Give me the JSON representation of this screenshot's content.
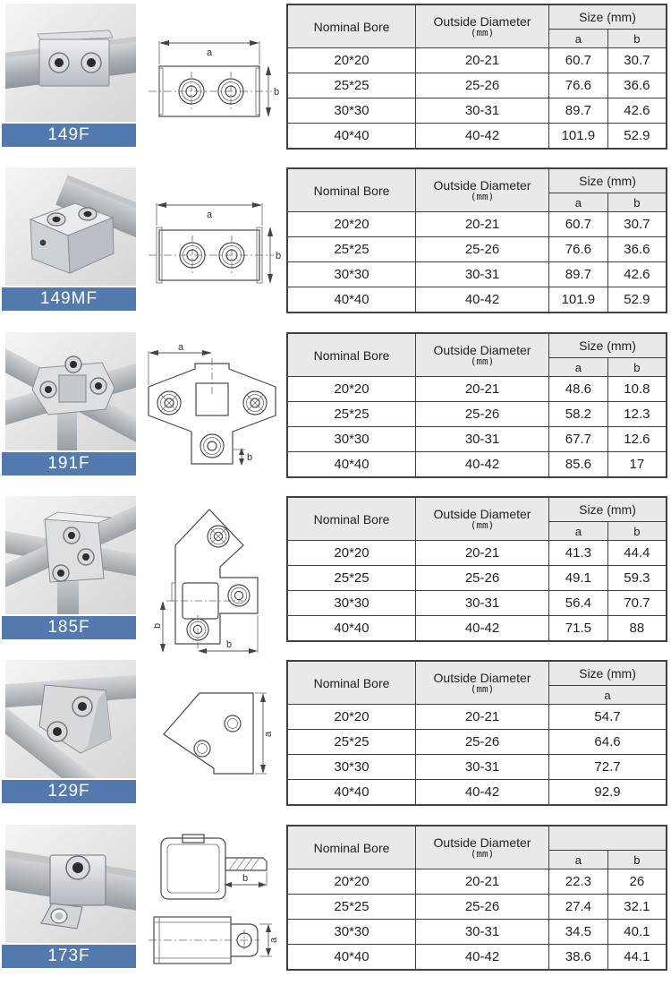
{
  "colors": {
    "label_bar_blue": "#527aae",
    "label_text": "#ffffff",
    "table_header_bg": "#e9e9e9",
    "table_border": "#404040",
    "photo_background": "#e8e8e8"
  },
  "shared_headers": {
    "nominal_bore": "Nominal Bore",
    "outside_diameter": "Outside Diameter",
    "od_unit": "(mm)",
    "size": "Size (mm)",
    "a": "a",
    "b": "b"
  },
  "products": [
    {
      "code": "149F",
      "photo_desc": "sleeve-clamp-on-square-tube",
      "size_label": "Size (mm)",
      "drawing_dims": {
        "top": "a",
        "right": "b"
      },
      "rows": [
        {
          "bore": "20*20",
          "od": "20-21",
          "a": "60.7",
          "b": "30.7"
        },
        {
          "bore": "25*25",
          "od": "25-26",
          "a": "76.6",
          "b": "36.6"
        },
        {
          "bore": "30*30",
          "od": "30-31",
          "a": "89.7",
          "b": "42.6"
        },
        {
          "bore": "40*40",
          "od": "40-42",
          "a": "101.9",
          "b": "52.9"
        }
      ]
    },
    {
      "code": "149MF",
      "photo_desc": "end-cap-sleeve-on-square-tube",
      "size_label": "Size (mm)",
      "drawing_dims": {
        "top": "a",
        "right": "b"
      },
      "rows": [
        {
          "bore": "20*20",
          "od": "20-21",
          "a": "60.7",
          "b": "30.7"
        },
        {
          "bore": "25*25",
          "od": "25-26",
          "a": "76.6",
          "b": "36.6"
        },
        {
          "bore": "30*30",
          "od": "30-31",
          "a": "89.7",
          "b": "42.6"
        },
        {
          "bore": "40*40",
          "od": "40-42",
          "a": "101.9",
          "b": "52.9"
        }
      ]
    },
    {
      "code": "191F",
      "photo_desc": "winged-cross-clamp-on-square-tubes",
      "size_label": "Size (mm)",
      "drawing_dims": {
        "top": "a",
        "bottom": "b"
      },
      "rows": [
        {
          "bore": "20*20",
          "od": "20-21",
          "a": "48.6",
          "b": "10.8"
        },
        {
          "bore": "25*25",
          "od": "25-26",
          "a": "58.2",
          "b": "12.3"
        },
        {
          "bore": "30*30",
          "od": "30-31",
          "a": "67.7",
          "b": "12.6"
        },
        {
          "bore": "40*40",
          "od": "40-42",
          "a": "85.6",
          "b": "17"
        }
      ]
    },
    {
      "code": "185F",
      "photo_desc": "three-way-corner-clamp-on-square-tubes",
      "size_label": "Size (mm)",
      "drawing_dims": {
        "left": "b",
        "bottom": "b"
      },
      "rows": [
        {
          "bore": "20*20",
          "od": "20-21",
          "a": "41.3",
          "b": "44.4"
        },
        {
          "bore": "25*25",
          "od": "25-26",
          "a": "49.1",
          "b": "59.3"
        },
        {
          "bore": "30*30",
          "od": "30-31",
          "a": "56.4",
          "b": "70.7"
        },
        {
          "bore": "40*40",
          "od": "40-42",
          "a": "71.5",
          "b": "88"
        }
      ]
    },
    {
      "code": "129F",
      "photo_desc": "angled-bracket-clamp-on-tubes",
      "size_label": "Size (mm)",
      "drawing_dims": {
        "right": "a"
      },
      "rows": [
        {
          "bore": "20*20",
          "od": "20-21",
          "a": "54.7"
        },
        {
          "bore": "25*25",
          "od": "25-26",
          "a": "64.6"
        },
        {
          "bore": "30*30",
          "od": "30-31",
          "a": "72.7"
        },
        {
          "bore": "40*40",
          "od": "40-42",
          "a": "92.9"
        }
      ]
    },
    {
      "code": "173F",
      "photo_desc": "sleeve-with-lug-tab-on-square-tube",
      "size_label": "",
      "drawing_dims": {
        "top_view": "b",
        "side_view": "a"
      },
      "rows": [
        {
          "bore": "20*20",
          "od": "20-21",
          "a": "22.3",
          "b": "26"
        },
        {
          "bore": "25*25",
          "od": "25-26",
          "a": "27.4",
          "b": "32.1"
        },
        {
          "bore": "30*30",
          "od": "30-31",
          "a": "34.5",
          "b": "40.1"
        },
        {
          "bore": "40*40",
          "od": "40-42",
          "a": "38.6",
          "b": "44.1"
        }
      ]
    }
  ]
}
